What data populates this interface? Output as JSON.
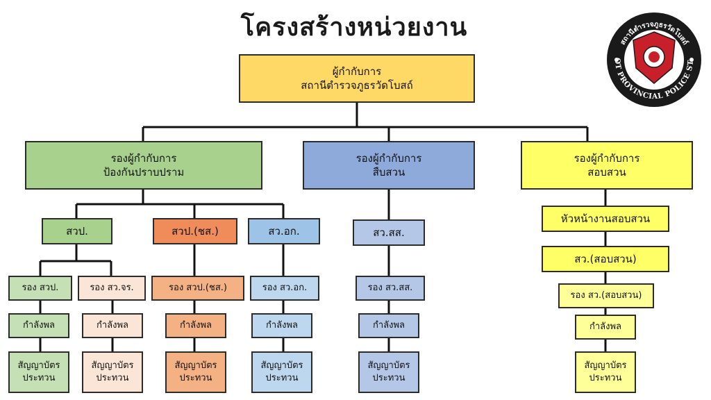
{
  "title": "โครงสร้างหน่วยงาน",
  "logo": {
    "text_top": "สถานีตำรวจภูธรวัดโบสถ์",
    "text_bottom": "WATBOT PROVINCIAL POLICE STATION",
    "colors": {
      "ring": "#1a1a1a",
      "shield": "#c8202a",
      "emblem": "#ffffff"
    }
  },
  "colors": {
    "top": "#ffd966",
    "green_dark": "#a9d18e",
    "green_light": "#c5e0b4",
    "peach_light": "#fbe5d6",
    "orange": "#f4b183",
    "orange_head": "#f08c5a",
    "blue_light": "#bdd7ee",
    "blue_head": "#9dc3e6",
    "indigo": "#8eaadb",
    "indigo_light": "#b4c7e7",
    "yellow": "#ffff66",
    "yellow_light": "#ffff99",
    "line": "#111111"
  },
  "nodes": {
    "top": {
      "line1": "ผู้กำกับการ",
      "line2": "สถานีตำรวจภูธรวัดโบสถ์"
    },
    "dep_patrol": {
      "line1": "รองผู้กำกับการ",
      "line2": "ป้องกันปราบปราม"
    },
    "dep_invest": {
      "line1": "รองผู้กำกับการ",
      "line2": "สืบสวน"
    },
    "dep_inquiry": {
      "line1": "รองผู้กำกับการ",
      "line2": "สอบสวน"
    },
    "swp": "สวป.",
    "swp_chs": "สวป.(ชส.)",
    "sw_ak": "สว.อก.",
    "sw_ss": "สว.สส.",
    "inquiry_head": "หัวหน้างานสอบสวน",
    "sw_inquiry": "สว.(สอบสวน)",
    "deputy_swp": "รอง สวป.",
    "deputy_sw_jr": "รอง สว.จร.",
    "deputy_swp_chs": "รอง สวป.(ชส.)",
    "deputy_sw_ak": "รอง สว.อก.",
    "deputy_sw_ss": "รอง สว.สส.",
    "deputy_sw_inquiry": "รอง สว.(สอบสวน)",
    "manpower": "กำลังพล",
    "volunteer_line1": "สัญญาบัตร",
    "volunteer_line2": "ประทวน"
  }
}
